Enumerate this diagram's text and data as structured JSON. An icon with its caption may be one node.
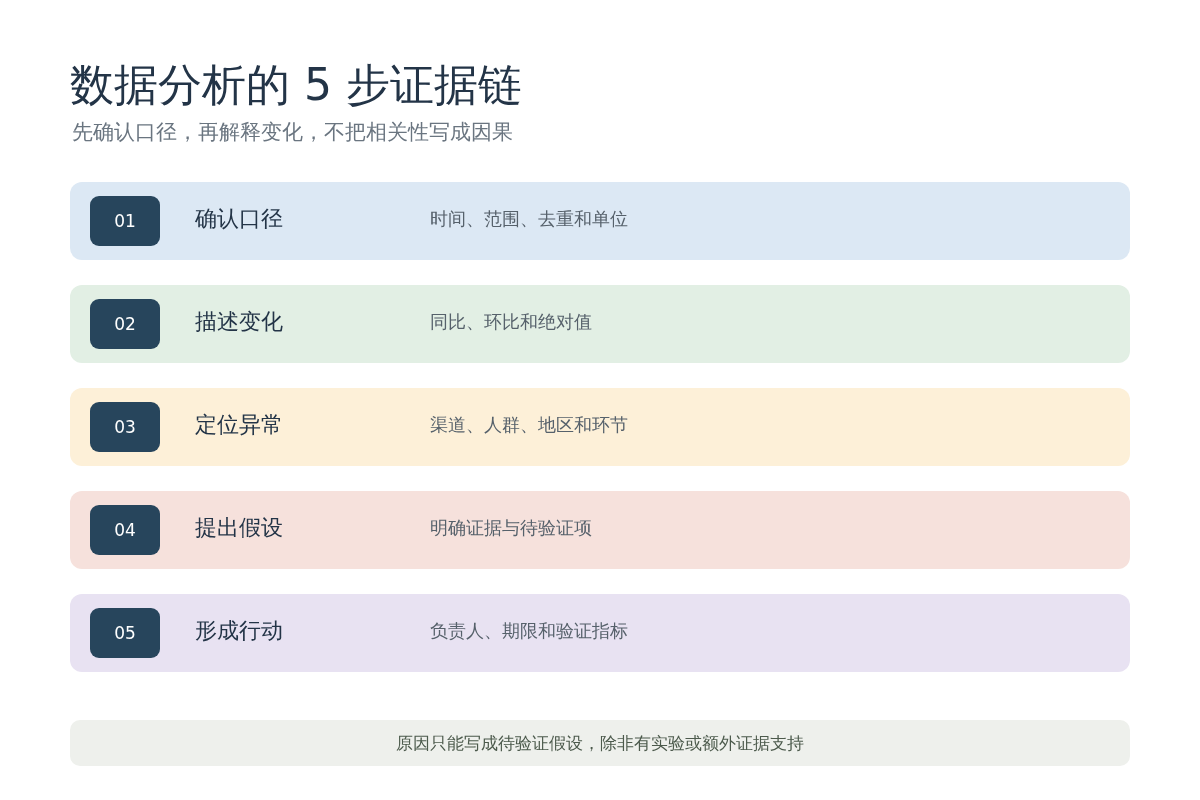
{
  "diagram": {
    "title": "数据分析的 5 步证据链",
    "nodes": [
      {
        "text": [
          "确认口径",
          "时间、范围、去重和单位"
        ]
      },
      {
        "text": [
          "01"
        ],
        "in": 0
      },
      {
        "text": [
          "描述变化",
          "同比、环比和绝对值"
        ]
      },
      {
        "text": [
          "02"
        ],
        "in": 2
      },
      {
        "text": [
          "定位异常",
          "渠道、人群、地区和环节"
        ]
      },
      {
        "text": [
          "03"
        ],
        "in": 4
      },
      {
        "text": [
          "提出假设",
          "明确证据与待验证项"
        ]
      },
      {
        "text": [
          "04"
        ],
        "in": 6
      },
      {
        "text": [
          "形成行动",
          "负责人、期限和验证指标"
        ]
      },
      {
        "text": [
          "05"
        ],
        "in": 8
      },
      {
        "text": [
          "原因只能写成待验证假设，除非有实验或额外证据支持"
        ]
      }
    ],
    "edges": [],
    "labels": [
      "先确认口径，再解释变化，不把相关性写成因果"
    ]
  }
}
